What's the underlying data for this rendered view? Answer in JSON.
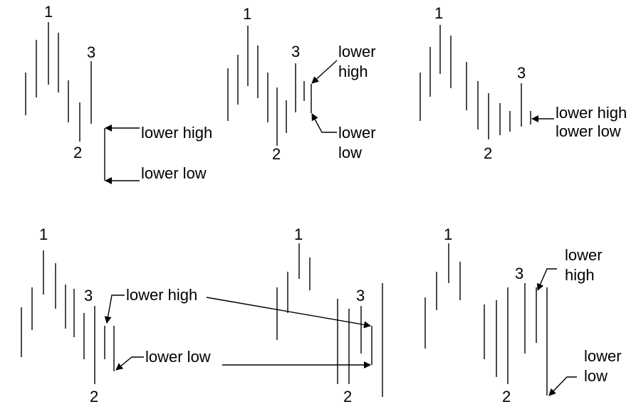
{
  "colors": {
    "background": "#ffffff",
    "ink": "#000000"
  },
  "panels": [
    {
      "id": "p1",
      "labels": {
        "n1": "1",
        "n2": "2",
        "n3": "3",
        "a": "lower high",
        "b": "lower low"
      }
    },
    {
      "id": "p2",
      "labels": {
        "n1": "1",
        "n2": "2",
        "n3": "3",
        "a1": "lower",
        "a2": "high",
        "b1": "lower",
        "b2": "low"
      }
    },
    {
      "id": "p3",
      "labels": {
        "n1": "1",
        "n2": "2",
        "n3": "3",
        "a": "lower high",
        "b": "lower low"
      }
    },
    {
      "id": "p4",
      "labels": {
        "n1": "1",
        "n2": "2",
        "n3": "3",
        "a": "lower high",
        "b": "lower low"
      }
    },
    {
      "id": "p5",
      "labels": {
        "n1": "1",
        "n2": "2",
        "n3": "3"
      }
    },
    {
      "id": "p6",
      "labels": {
        "n1": "1",
        "n2": "2",
        "n3": "3",
        "a1": "lower",
        "a2": "high",
        "b1": "lower",
        "b2": "low"
      }
    }
  ]
}
